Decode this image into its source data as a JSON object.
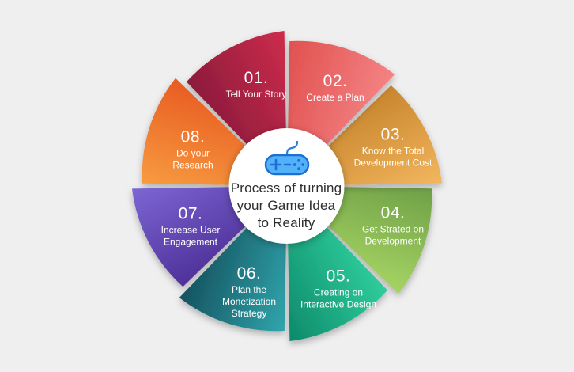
{
  "title": {
    "lines": [
      "Process of turning",
      "your Game Idea",
      "to Reality"
    ]
  },
  "colors": {
    "background": "#f0eff0",
    "center_circle": "#ffffff",
    "title_text": "#2e2e2e",
    "label_text": "#ffffff",
    "gamepad_fill": "#52b1f9",
    "gamepad_stroke": "#1d6fd1"
  },
  "segments": [
    {
      "number": "01.",
      "label_lines": [
        "Tell Your Story"
      ],
      "gradient": {
        "from": "#8c1b3c",
        "to": "#cd2c4b"
      }
    },
    {
      "number": "02.",
      "label_lines": [
        "Create a Plan"
      ],
      "gradient": {
        "from": "#e15150",
        "to": "#f48384"
      }
    },
    {
      "number": "03.",
      "label_lines": [
        "Know the Total",
        "Development Cost"
      ],
      "gradient": {
        "from": "#c8862e",
        "to": "#f3b65e"
      }
    },
    {
      "number": "04.",
      "label_lines": [
        "Get Strated on",
        "Development"
      ],
      "gradient": {
        "from": "#6fa047",
        "to": "#a6d463"
      }
    },
    {
      "number": "05.",
      "label_lines": [
        "Creating on",
        "Interactive Design"
      ],
      "gradient": {
        "from": "#2fcd9b",
        "to": "#0d8a6b"
      }
    },
    {
      "number": "06.",
      "label_lines": [
        "Plan the",
        "Monetization",
        "Strategy"
      ],
      "gradient": {
        "from": "#31a5ac",
        "to": "#14525f"
      }
    },
    {
      "number": "07.",
      "label_lines": [
        "Increase User",
        "Engagement"
      ],
      "gradient": {
        "from": "#4f3199",
        "to": "#7c66d4"
      }
    },
    {
      "number": "08.",
      "label_lines": [
        "Do your",
        "Research"
      ],
      "gradient": {
        "from": "#f79b40",
        "to": "#e85c22"
      }
    }
  ]
}
